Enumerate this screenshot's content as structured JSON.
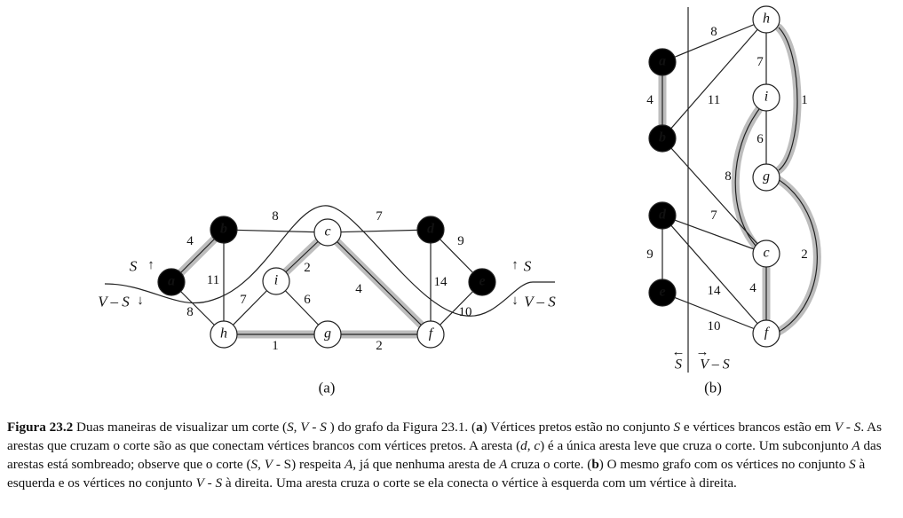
{
  "figure_number": "Figura 23.2",
  "panels": {
    "a": {
      "label": "(a)",
      "cut": {
        "s_label": "S",
        "vs_label": "V – S",
        "s_arrow": "↑",
        "vs_arrow": "↓"
      },
      "vertices": [
        {
          "id": "a",
          "side": "S"
        },
        {
          "id": "b",
          "side": "S"
        },
        {
          "id": "c",
          "side": "V-S"
        },
        {
          "id": "d",
          "side": "S"
        },
        {
          "id": "e",
          "side": "S"
        },
        {
          "id": "f",
          "side": "V-S"
        },
        {
          "id": "g",
          "side": "V-S"
        },
        {
          "id": "h",
          "side": "V-S"
        },
        {
          "id": "i",
          "side": "V-S"
        }
      ]
    },
    "b": {
      "label": "(b)",
      "s_label": "S",
      "vs_label": "V – S",
      "left_arrow": "←",
      "right_arrow": "→"
    }
  },
  "edges": [
    {
      "u": "a",
      "v": "b",
      "w": "4",
      "in_A": true
    },
    {
      "u": "a",
      "v": "h",
      "w": "8",
      "in_A": false
    },
    {
      "u": "b",
      "v": "c",
      "w": "8",
      "in_A": false
    },
    {
      "u": "b",
      "v": "h",
      "w": "11",
      "in_A": false
    },
    {
      "u": "c",
      "v": "d",
      "w": "7",
      "in_A": false
    },
    {
      "u": "c",
      "v": "i",
      "w": "2",
      "in_A": true
    },
    {
      "u": "c",
      "v": "f",
      "w": "4",
      "in_A": true
    },
    {
      "u": "d",
      "v": "e",
      "w": "9",
      "in_A": false
    },
    {
      "u": "d",
      "v": "f",
      "w": "14",
      "in_A": false
    },
    {
      "u": "e",
      "v": "f",
      "w": "10",
      "in_A": false
    },
    {
      "u": "f",
      "v": "g",
      "w": "2",
      "in_A": true
    },
    {
      "u": "g",
      "v": "h",
      "w": "1",
      "in_A": true
    },
    {
      "u": "g",
      "v": "i",
      "w": "6",
      "in_A": false
    },
    {
      "u": "h",
      "v": "i",
      "w": "7",
      "in_A": false
    }
  ],
  "colors": {
    "black_vertex": "#000000",
    "white_vertex": "#ffffff",
    "edge": "#222222",
    "shade": "#bdbdbd"
  },
  "caption": {
    "p1": " Duas maneiras de visualizar um corte (",
    "S1": "S",
    "c1": ", ",
    "V1": "V",
    "d1": " - ",
    "S2": "S",
    "p2": " ) do grafo da Figura 23.1. (",
    "a_tag": "a",
    "p3": ") Vértices pretos estão no conjunto ",
    "S3": "S",
    "p4": " e vértices brancos estão em ",
    "V2": "V",
    "d2": " - ",
    "S4": "S",
    "p5": ". As arestas que cruzam o corte são as que conectam vértices brancos com vértices pretos. A aresta (",
    "dv": "d",
    "c2": ", ",
    "cv": "c",
    "p6": ") é a única aresta leve que cruza o corte. Um subconjunto ",
    "A1": "A",
    "p7": " das arestas está sombreado; observe que o corte (",
    "S5": "S",
    "c3": ", ",
    "V3": "V",
    "p8": " - S) respeita ",
    "A2": "A",
    "p9": ", já que nenhuma aresta de ",
    "A3": "A",
    "p10": " cruza o corte. (",
    "b_tag": "b",
    "p11": ") O mesmo grafo com os vértices no conjunto ",
    "S6": "S",
    "p12": " à esquerda e os vértices no conjunto ",
    "V4": "V",
    "d3": " - ",
    "S7": "S",
    "p13": " à direita. Uma aresta cruza o corte se ela conecta o vértice à esquerda com um vértice à direita."
  }
}
